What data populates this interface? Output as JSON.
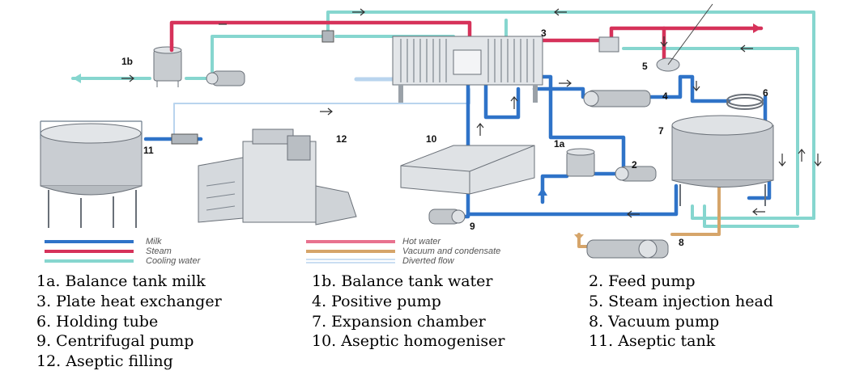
{
  "numbers": {
    "n1a": "1a",
    "n1b": "1b",
    "n2": "2",
    "n3": "3",
    "n4": "4",
    "n5": "5",
    "n6": "6",
    "n7": "7",
    "n8": "8",
    "n9": "9",
    "n10": "10",
    "n11": "11",
    "n12": "12"
  },
  "legend": {
    "milk": "Milk",
    "steam": "Steam",
    "cooling": "Cooling water",
    "hot": "Hot water",
    "vacuum": "Vacuum and condensate",
    "diverted": "Diverted flow"
  },
  "legend_colors": {
    "milk": "#2f73c8",
    "steam": "#d6325a",
    "cooling": "#86d6cf",
    "hot": "#e8728f",
    "vacuum": "#d6a56a",
    "diverted": "#b9d4ee"
  },
  "captions": [
    "1a. Balance tank milk",
    "1b. Balance tank water",
    "2. Feed pump",
    "3. Plate heat exchanger",
    "4. Positive pump",
    "5. Steam injection head",
    "6. Holding tube",
    "7. Expansion chamber",
    "8. Vacuum pump",
    "9. Centrifugal pump",
    "10. Aseptic homogeniser",
    "11. Aseptic tank",
    "12. Aseptic filling"
  ]
}
